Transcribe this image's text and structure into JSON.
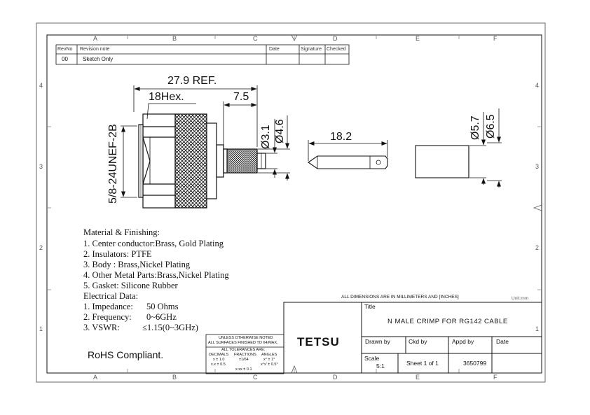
{
  "zones_top": [
    "A",
    "B",
    "C",
    "D",
    "E",
    "F"
  ],
  "zones_side": [
    "4",
    "3",
    "2",
    "1"
  ],
  "revision_table": {
    "headers": {
      "rev": "RevNo",
      "note": "Revision note",
      "date": "Date",
      "signature": "Signature",
      "checked": "Checked"
    },
    "rows": [
      {
        "rev": "00",
        "note": "Sketch Only",
        "date": "",
        "signature": "",
        "checked": ""
      }
    ]
  },
  "dimensions": {
    "overall": "27.9 REF.",
    "hex": "18Hex.",
    "crimp_len": "7.5",
    "thread": "5/8-24UNEF-2B",
    "d_inner": "Ø3.1",
    "d_outer": "Ø4.6",
    "pin_len": "18.2",
    "ferrule_d1": "Ø5.7",
    "ferrule_d2": "Ø6.5"
  },
  "notes": {
    "material_heading": "Material & Finishing:",
    "material": [
      "1. Center conductor:Brass, Gold Plating",
      "2. Insulators: PTFE",
      "3. Body : Brass,Nickel Plating",
      "4. Other Metal Parts:Brass,Nickel Plating",
      "5. Gasket: Silicone Rubber"
    ],
    "electrical_heading": "Electrical Data:",
    "electrical": [
      {
        "label": "1. Impedance:",
        "value": "50 Ohms"
      },
      {
        "label": "2. Frequency:",
        "value": "0~6GHz"
      },
      {
        "label": "3. VSWR:",
        "value": "≤1.15(0~3GHz)"
      }
    ],
    "rohs": "RoHS Compliant."
  },
  "tolerance_block": {
    "line1": "UNLESS OTHERWISE NOTED",
    "line2": "ALL SURFACES FINISHED TO 64/MAX.",
    "line3": "ALL TOLERANCES ARE:",
    "decimals": "DECIMALS",
    "fractions": "FRACTIONS",
    "angles": "ANGLES",
    "d1": "x ± 1.0",
    "d2": "x.x ± 0.5",
    "d3": "x.xx ± 0.1",
    "f1": "±1/64",
    "a1": "x° ± 1°",
    "a2": "x°x' ± 0.5°"
  },
  "title_block": {
    "dims_note": "ALL DIMENSIONS ARE IN MILLIMETERS AND [INCHES]",
    "unit": "Unit:mm",
    "title_label": "Title",
    "title": "N MALE CRIMP FOR RG142 CABLE",
    "company": "TETSU",
    "drawn_by": "Drawn by",
    "ckd_by": "Ckd by",
    "appd_by": "Appd by",
    "date": "Date",
    "scale_label": "Scale",
    "scale": "5:1",
    "sheet": "Sheet 1 of 1",
    "drawing_no": "3650799"
  }
}
